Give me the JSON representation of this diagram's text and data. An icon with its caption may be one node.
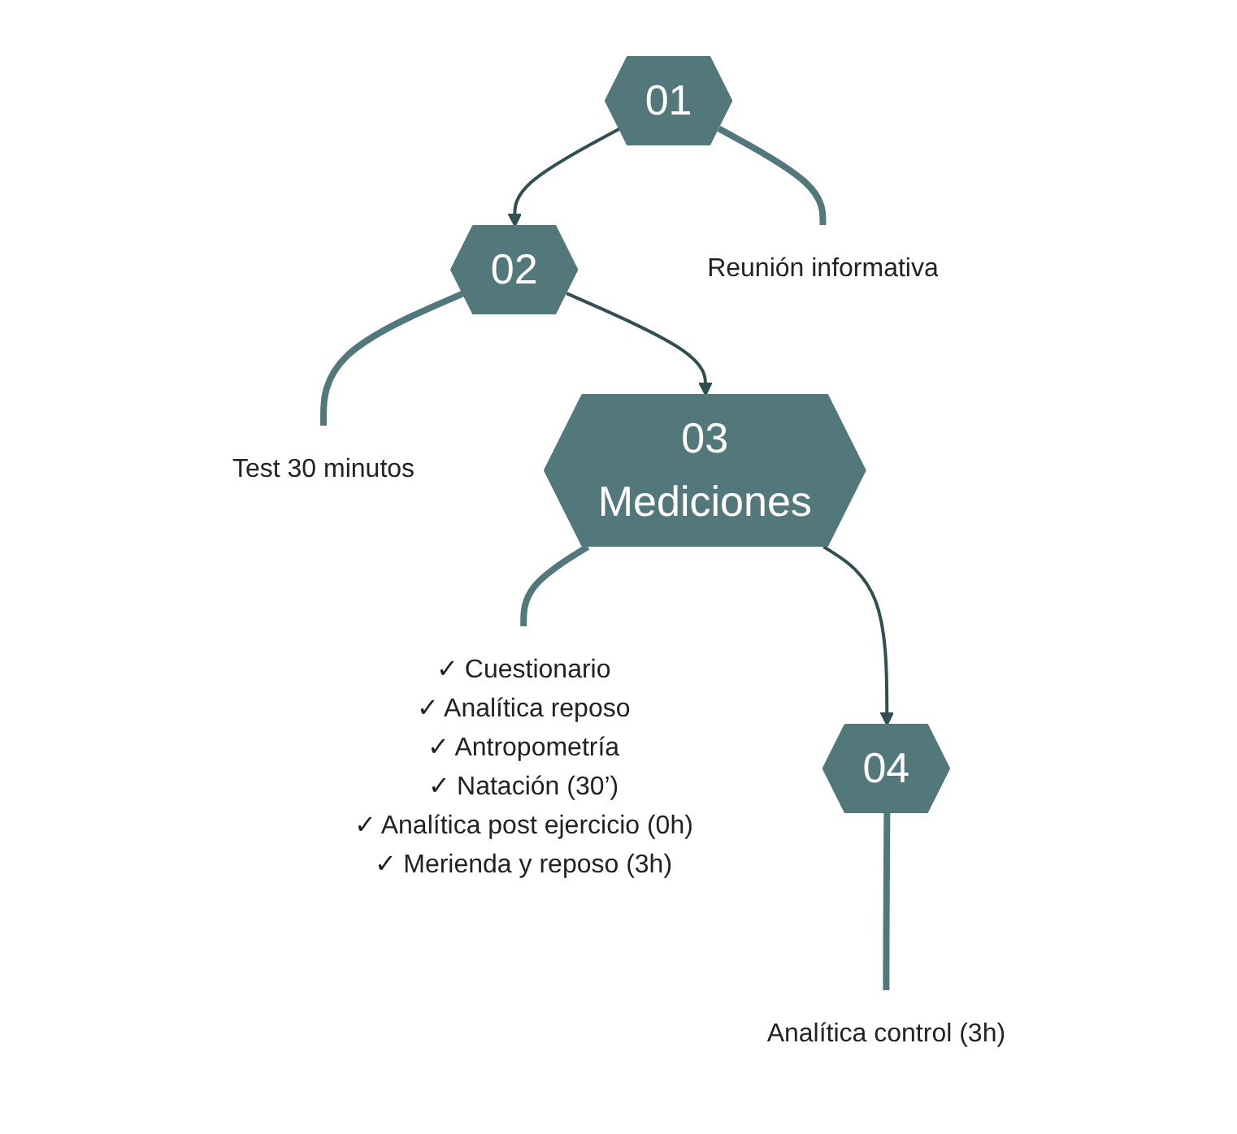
{
  "diagram": {
    "nodes": [
      {
        "text": [
          "Test 30 minutos"
        ]
      },
      {
        "text": [
          "01"
        ]
      },
      {
        "text": [
          "02"
        ]
      },
      {
        "text": [
          "Reunión informativa"
        ]
      },
      {
        "text": [
          "03",
          "Mediciones"
        ]
      },
      {
        "text": [
          "✓ Cuestionario",
          "✓ Analítica reposo",
          "✓ Antropometría",
          "✓ Natación (30’)",
          "✓ Analítica post ejercicio (0h)",
          "✓ Merienda y reposo (3h)"
        ]
      },
      {
        "text": [
          "04"
        ]
      },
      {
        "text": [
          "Analítica control (3h)"
        ]
      }
    ],
    "edges": [
      {
        "from": 1,
        "to": 2,
        "arrow": "to"
      },
      {
        "from": 2,
        "to": 4,
        "arrow": "to"
      },
      {
        "from": 4,
        "to": 6,
        "arrow": "to"
      },
      {
        "from": 2,
        "to": 0,
        "arrow": "none"
      },
      {
        "from": 1,
        "to": 3,
        "arrow": "none"
      },
      {
        "from": 4,
        "to": 5,
        "arrow": "none"
      },
      {
        "from": 6,
        "to": 7,
        "arrow": "none"
      }
    ]
  }
}
